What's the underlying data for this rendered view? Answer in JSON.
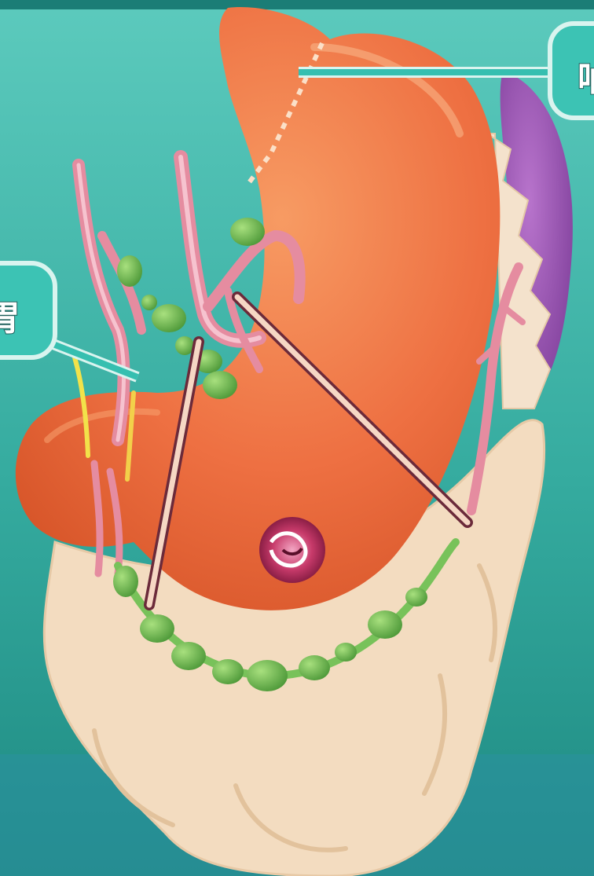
{
  "scene": {
    "subject": "stomach-anatomy-illustration",
    "colors": {
      "background_top": "#4fc0b4",
      "background_bottom": "#1f8f86",
      "stomach": "#ee6f43",
      "stomach_highlight": "#f7a26f",
      "spleen": "#9a4fb3",
      "omentum": "#f3dcc0",
      "lymph_node": "#7fc85a",
      "vessel": "#e58ca0",
      "ulcer": "#c0305a",
      "callout_fill": "#3cc3b4",
      "callout_border": "#d9f4ef"
    }
  },
  "callouts": {
    "right_label": "呐",
    "left_label": "胃"
  }
}
